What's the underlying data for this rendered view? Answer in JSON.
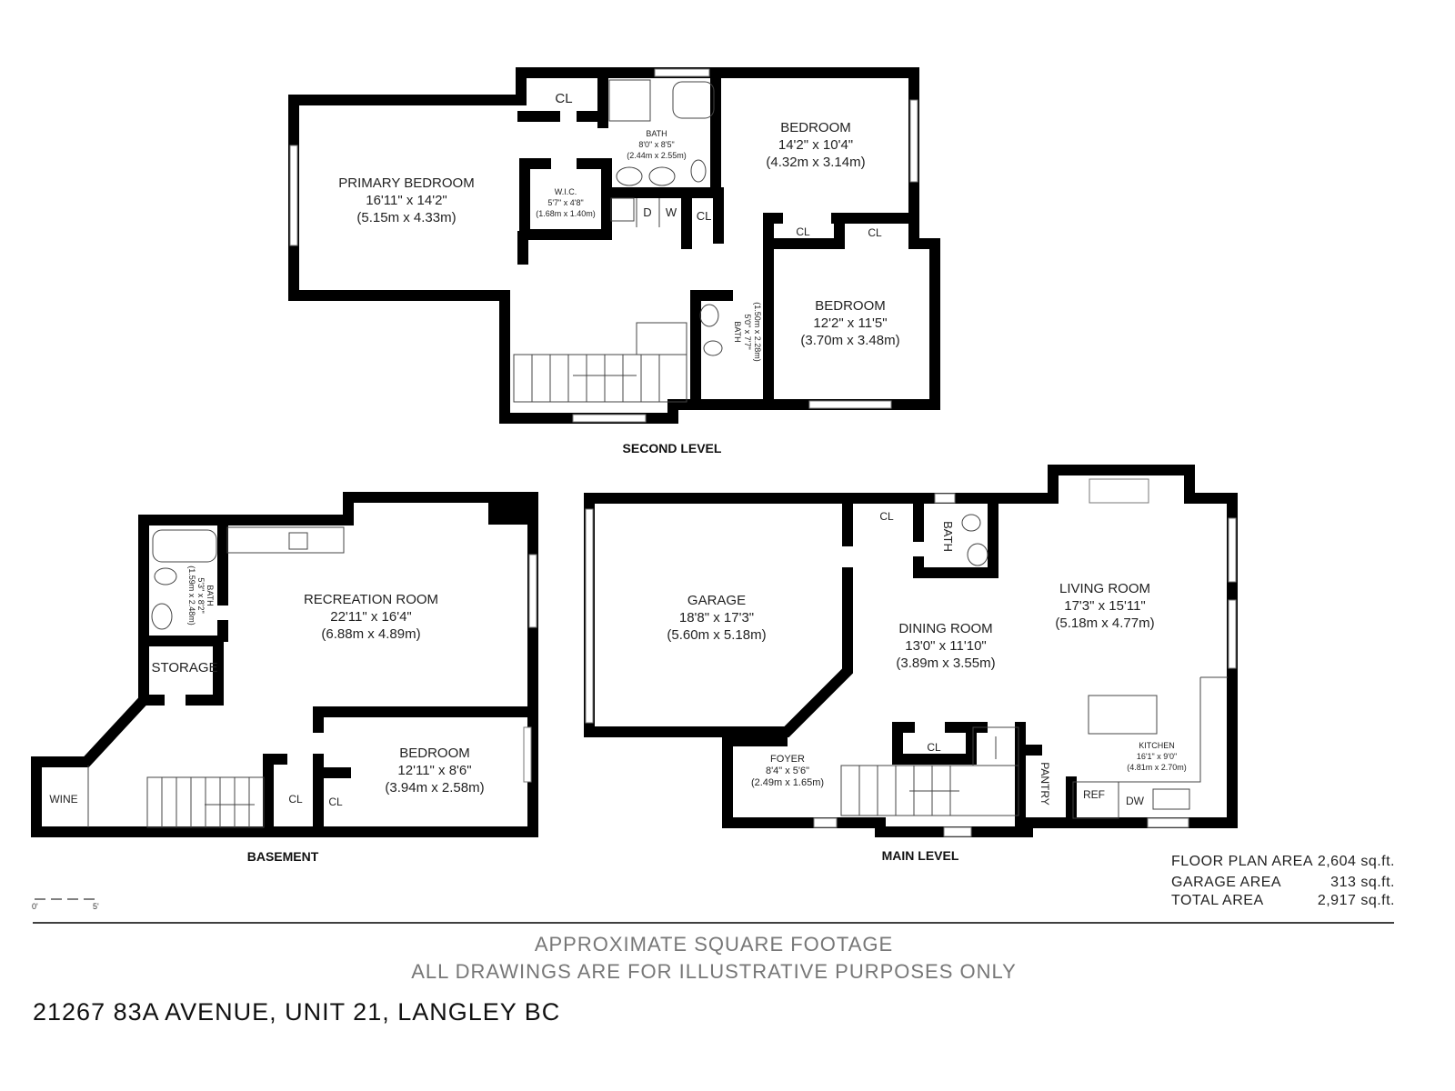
{
  "levels": {
    "second": {
      "label": "SECOND LEVEL",
      "rooms": [
        {
          "name": "PRIMARY BEDROOM",
          "imperial": "16'11\" x 14'2\"",
          "metric": "(5.15m x 4.33m)"
        },
        {
          "name": "BEDROOM",
          "imperial": "14'2\" x 10'4\"",
          "metric": "(4.32m x 3.14m)"
        },
        {
          "name": "BEDROOM",
          "imperial": "12'2\" x 11'5\"",
          "metric": "(3.70m x 3.48m)"
        },
        {
          "name": "BATH",
          "imperial": "8'0\" x 8'5\"",
          "metric": "(2.44m x 2.55m)"
        },
        {
          "name": "W.I.C.",
          "imperial": "5'7\" x 4'8\"",
          "metric": "(1.68m x 1.40m)"
        },
        {
          "name": "BATH",
          "imperial": "5'0\" x 7'7\"",
          "metric": "(1.50m x 2.28m)"
        }
      ],
      "labels": {
        "cl": "CL",
        "d": "D",
        "w": "W"
      }
    },
    "basement": {
      "label": "BASEMENT",
      "rooms": [
        {
          "name": "RECREATION ROOM",
          "imperial": "22'11\" x 16'4\"",
          "metric": "(6.88m x 4.89m)"
        },
        {
          "name": "BEDROOM",
          "imperial": "12'11\" x 8'6\"",
          "metric": "(3.94m x 2.58m)"
        },
        {
          "name": "BATH",
          "imperial": "5'3\" x 8'2\"",
          "metric": "(1.59m x 2.48m)"
        }
      ],
      "labels": {
        "storage": "STORAGE",
        "wine": "WINE",
        "cl": "CL"
      }
    },
    "main": {
      "label": "MAIN LEVEL",
      "rooms": [
        {
          "name": "GARAGE",
          "imperial": "18'8\" x 17'3\"",
          "metric": "(5.60m x 5.18m)"
        },
        {
          "name": "DINING ROOM",
          "imperial": "13'0\" x 11'10\"",
          "metric": "(3.89m x 3.55m)"
        },
        {
          "name": "LIVING ROOM",
          "imperial": "17'3\" x 15'11\"",
          "metric": "(5.18m x 4.77m)"
        },
        {
          "name": "FOYER",
          "imperial": "8'4\" x 5'6\"",
          "metric": "(2.49m x 1.65m)"
        },
        {
          "name": "KITCHEN",
          "imperial": "16'1\" x 9'0\"",
          "metric": "(4.81m x 2.70m)"
        }
      ],
      "labels": {
        "cl": "CL",
        "bath": "BATH",
        "pantry": "PANTRY",
        "ref": "REF",
        "dw": "DW"
      }
    }
  },
  "scale": {
    "start": "0'",
    "end": "5'"
  },
  "areas": [
    {
      "label": "FLOOR PLAN AREA",
      "value": "2,604 sq.ft."
    },
    {
      "label": "GARAGE AREA",
      "value": "313 sq.ft."
    },
    {
      "label": "TOTAL AREA",
      "value": "2,917 sq.ft."
    }
  ],
  "disclaimer": [
    "APPROXIMATE SQUARE FOOTAGE",
    "ALL DRAWINGS ARE FOR ILLUSTRATIVE PURPOSES ONLY"
  ],
  "address": "21267 83A AVENUE, UNIT 21, LANGLEY BC"
}
